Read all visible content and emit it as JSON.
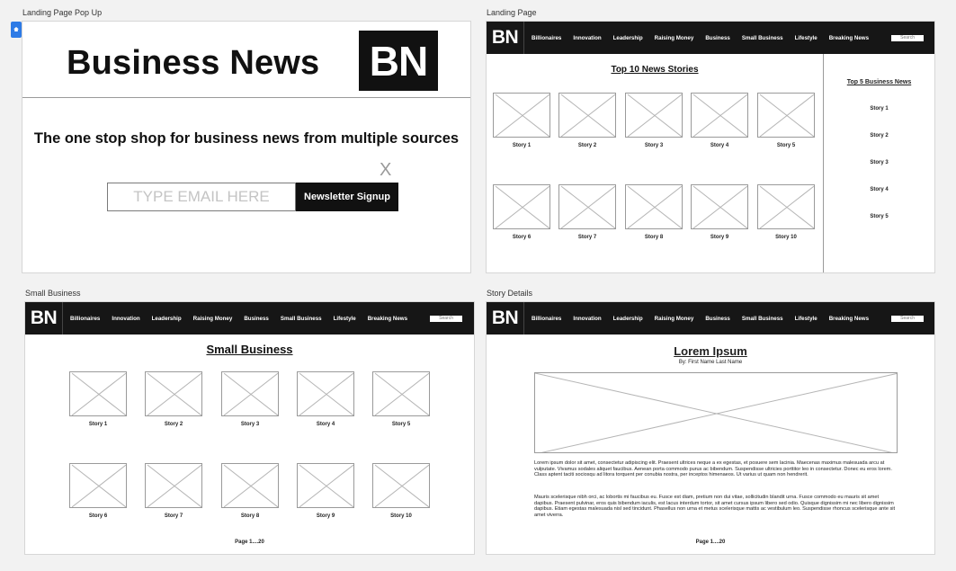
{
  "frames": {
    "popup_label": "Landing Page Pop Up",
    "landing_label": "Landing Page",
    "small_business_label": "Small Business",
    "story_details_label": "Story Details"
  },
  "popup": {
    "title": "Business News",
    "logo": "BN",
    "tagline": "The one stop shop for business news from multiple sources",
    "close": "X",
    "email_placeholder": "TYPE EMAIL HERE",
    "signup_label": "Newsletter Signup"
  },
  "nav": {
    "logo": "BN",
    "items": [
      "Billionaires",
      "Innovation",
      "Leadership",
      "Raising Money",
      "Business",
      "Small Business",
      "Lifestyle",
      "Breaking News"
    ],
    "search_placeholder": "Search"
  },
  "landing": {
    "title": "Top 10 News Stories",
    "stories": [
      "Story 1",
      "Story 2",
      "Story 3",
      "Story 4",
      "Story 5",
      "Story 6",
      "Story 7",
      "Story 8",
      "Story 9",
      "Story 10"
    ],
    "sidebar_title": "Top 5 Business News",
    "sidebar_items": [
      "Story 1",
      "Story 2",
      "Story 3",
      "Story 4",
      "Story 5"
    ]
  },
  "small_business": {
    "title": "Small Business",
    "stories": [
      "Story 1",
      "Story 2",
      "Story 3",
      "Story 4",
      "Story 5",
      "Story 6",
      "Story 7",
      "Story 8",
      "Story 9",
      "Story 10"
    ],
    "pager": "Page 1....20"
  },
  "story_details": {
    "title": "Lorem Ipsum",
    "byline": "By: First Name Last Name",
    "para1": "Lorem ipsum dolor sit amet, consectetur adipiscing elit. Praesent ultrices neque a ex egestas, et posuere sem lacinia. Maecenas maximus malesuada arcu at vulputate. Vivamus sodales aliquet faucibus. Aenean porta commodo purus ac bibendum. Suspendisse ultricies porttitor leo in consectetur. Donec eu eros lorem. Class aptent taciti sociosqu ad litora torquent per conubia nostra, per inceptos himenaeos. Ut varius ut quam non hendrerit.",
    "para2": "Mauris scelerisque nibh orci, ac lobortis mi faucibus eu. Fusce est diam, pretium non dui vitae, sollicitudin blandit urna. Fusce commodo eu mauris sit amet dapibus. Praesent pulvinar, eros quis bibendum iaculis, est lacus interdum tortor, sit amet cursus ipsum libero sed odio. Quisque dignissim mi nec libero dignissim dapibus. Etiam egestas malesuada nisl sed tincidunt. Phasellus non urna et metus scelerisque mattis ac vestibulum leo. Suspendisse rhoncus scelerisque ante sit amet viverra.",
    "pager": "Page 1....20"
  }
}
